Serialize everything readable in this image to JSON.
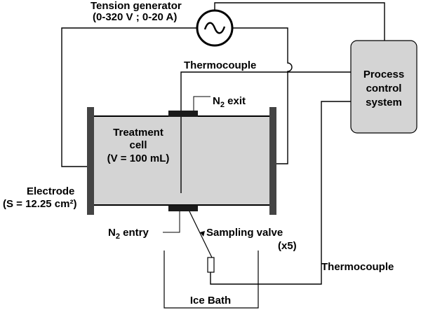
{
  "generator": {
    "title": "Tension generator",
    "spec": "(0-320 V ; 0-20 A)"
  },
  "thermocouple_top": {
    "label": "Thermocouple"
  },
  "thermocouple_bottom": {
    "label": "Thermocouple"
  },
  "process_control": {
    "line1": "Process",
    "line2": "control",
    "line3": "system"
  },
  "cell": {
    "line1": "Treatment",
    "line2": "cell",
    "line3": "(V = 100 mL)"
  },
  "n2_exit": {
    "base": "N",
    "sub": "2",
    "rest": " exit"
  },
  "n2_entry": {
    "base": "N",
    "sub": "2",
    "rest": " entry"
  },
  "electrode": {
    "line1": "Electrode",
    "line2": "(S = 12.25 cm²)"
  },
  "sampling_valve": {
    "line1": "Sampling valve",
    "line2": "(x5)"
  },
  "ice_bath": {
    "label": "Ice Bath"
  },
  "colors": {
    "cell_fill": "#d4d4d4",
    "process_box_fill": "#d4d4d4",
    "electrode_plate": "#444444",
    "port_block": "#1a1a1a",
    "line": "#000000"
  }
}
